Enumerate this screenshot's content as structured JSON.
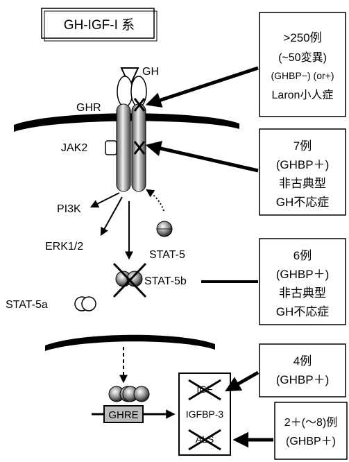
{
  "title": "GH-IGF-I 系",
  "labels": {
    "gh": "GH",
    "ghr": "GHR",
    "jak2": "JAK2",
    "pi3k": "PI3K",
    "erk": "ERK1/2",
    "stat5": "STAT-5",
    "stat5b": "STAT-5b",
    "stat5a": "STAT-5a",
    "ghre": "GHRE",
    "igfbp3": "IGFBP-3",
    "igf_crossed": "IGF",
    "als_crossed": "ALS"
  },
  "boxes": [
    {
      "lines": [
        ">250例",
        "(~50変異)",
        "(GHBP−) (or+)",
        "Laron小人症"
      ]
    },
    {
      "lines": [
        "7例",
        "(GHBP＋)",
        "非古典型",
        "GH不応症"
      ]
    },
    {
      "lines": [
        "6例",
        "(GHBP＋)",
        "非古典型",
        "GH不応症"
      ]
    },
    {
      "lines": [
        "4例",
        "(GHBP＋)"
      ]
    },
    {
      "lines": [
        "2＋(～8)例",
        "(GHBP＋)"
      ]
    }
  ]
}
